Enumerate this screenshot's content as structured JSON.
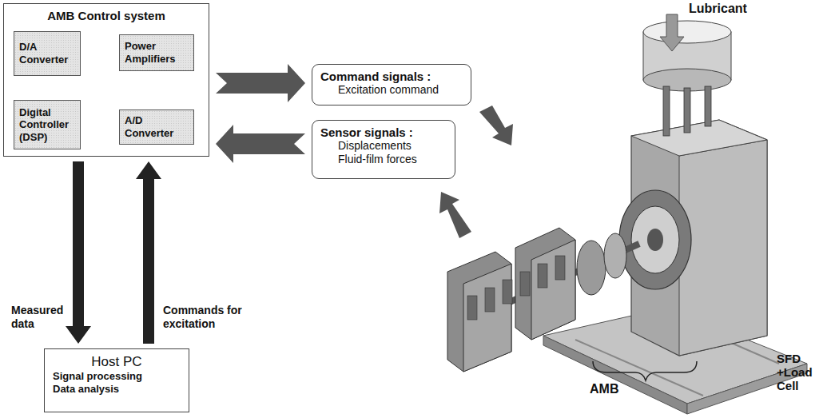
{
  "diagram": {
    "nodes": [
      {
        "text": [
          "AMB Control system"
        ]
      },
      {
        "text": [
          "D/A Converter"
        ],
        "in": 0
      },
      {
        "text": [
          "Power Amplifiers"
        ],
        "in": 0
      },
      {
        "text": [
          "Digital Controller (DSP)"
        ],
        "in": 0
      },
      {
        "text": [
          "A/D Converter"
        ],
        "in": 0
      },
      {
        "text": [
          "Command signals :",
          "Excitation command"
        ]
      },
      {
        "text": [
          "Sensor signals :",
          "Displacements Fluid-film forces"
        ]
      },
      {
        "text": [
          "Host PC",
          "Signal processing Data analysis"
        ]
      }
    ],
    "edges": [
      {
        "from": 1,
        "to": 2,
        "arrow": "to"
      },
      {
        "from": 3,
        "to": 1,
        "arrow": "to"
      },
      {
        "from": 4,
        "to": 3,
        "arrow": "to"
      },
      {
        "from": 0,
        "to": 5,
        "arrow": "to"
      },
      {
        "from": 6,
        "to": 0,
        "arrow": "to"
      },
      {
        "from": 0,
        "to": 7,
        "label": "Measured data",
        "arrow": "to"
      },
      {
        "from": 7,
        "to": 0,
        "label": "Commands for excitation",
        "arrow": "to"
      }
    ],
    "labels": [
      "Lubricant",
      "SFD +Load Cell",
      "AMB"
    ]
  }
}
